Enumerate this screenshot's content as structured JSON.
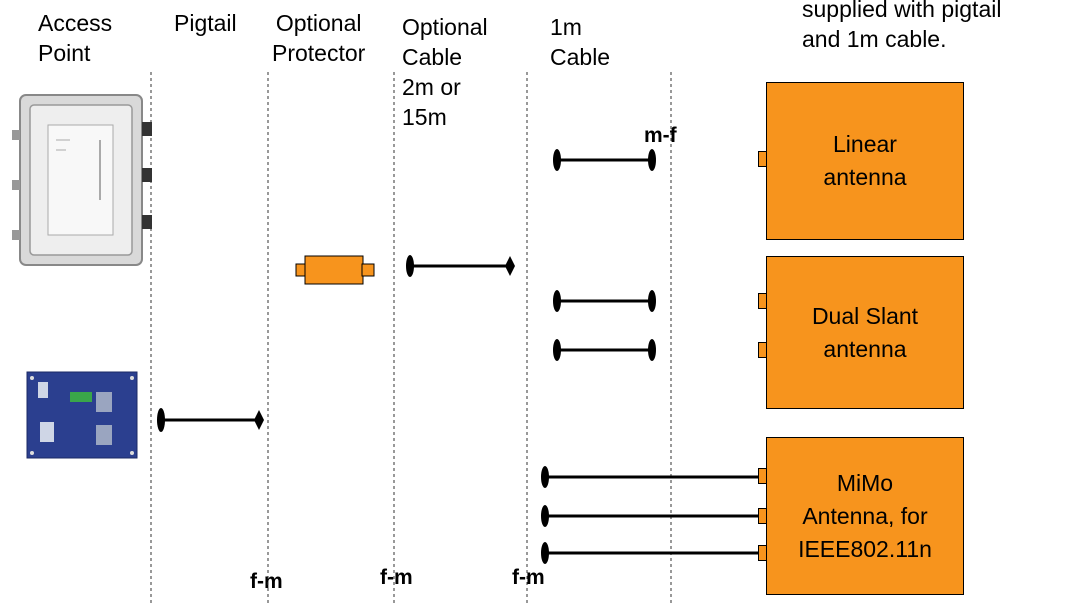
{
  "headers": {
    "access_point": "Access\nPoint",
    "pigtail": "Pigtail",
    "protector": "Optional\nProtector",
    "optional_cable": "Optional\nCable\n2m or\n15m",
    "cable_1m": "1m\nCable",
    "note": "supplied with pigtail\nand 1m cable."
  },
  "connectors": {
    "mf": "m-f",
    "fm_1": "f-m",
    "fm_2": "f-m",
    "fm_3": "f-m"
  },
  "antennas": {
    "linear": "Linear\nantenna",
    "dual_slant": "Dual Slant\nantenna",
    "mimo": "MiMo\nAntenna, for\nIEEE802.11n"
  },
  "colors": {
    "antenna": "#f7941d",
    "board": "#2b3f8f",
    "enclosure": "#dcdcdc"
  }
}
